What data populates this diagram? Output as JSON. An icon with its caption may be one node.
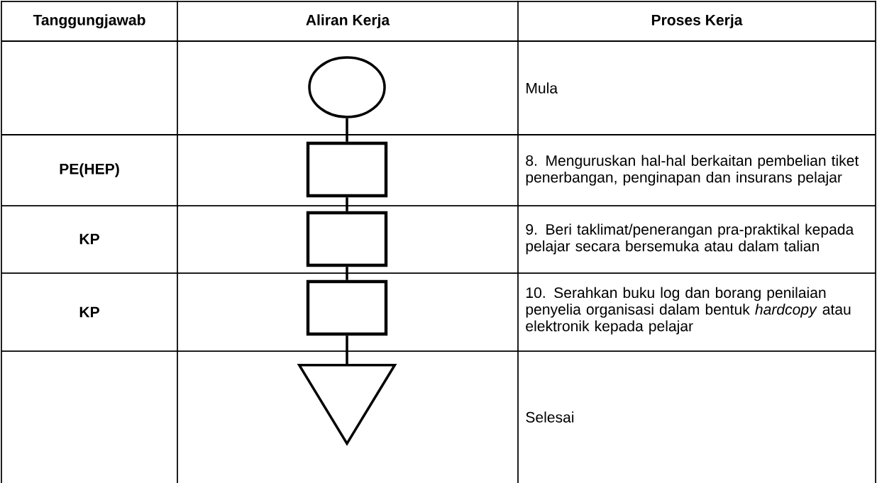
{
  "diagram": {
    "nodes": [
      {
        "text": [],
        "shape": "circle"
      },
      {
        "text": [],
        "shape": "box"
      },
      {
        "text": [],
        "shape": "box"
      },
      {
        "text": [],
        "shape": "box"
      },
      {
        "text": [],
        "shape": "triangle"
      }
    ],
    "edges": [
      {
        "from": 0,
        "to": 1,
        "arrow": "none"
      },
      {
        "from": 1,
        "to": 2,
        "arrow": "none"
      },
      {
        "from": 2,
        "to": 3,
        "arrow": "none"
      },
      {
        "from": 3,
        "to": 4,
        "arrow": "none"
      }
    ],
    "labels": [
      "Tanggungjawab",
      "Aliran Kerja",
      "Proses Kerja",
      "Mula",
      "PE(HEP)",
      "8. Menguruskan hal-hal berkaitan pembelian tiket penerbangan, penginapan dan insurans pelajar",
      "KP",
      "9. Beri taklimat/penerangan pra-praktikal kepada pelajar secara bersemuka atau dalam talian",
      "KP",
      "10. Serahkan buku log dan borang penilaian penyelia organisasi dalam bentuk *hardcopy* atau elektronik kepada pelajar",
      "Selesai"
    ]
  }
}
